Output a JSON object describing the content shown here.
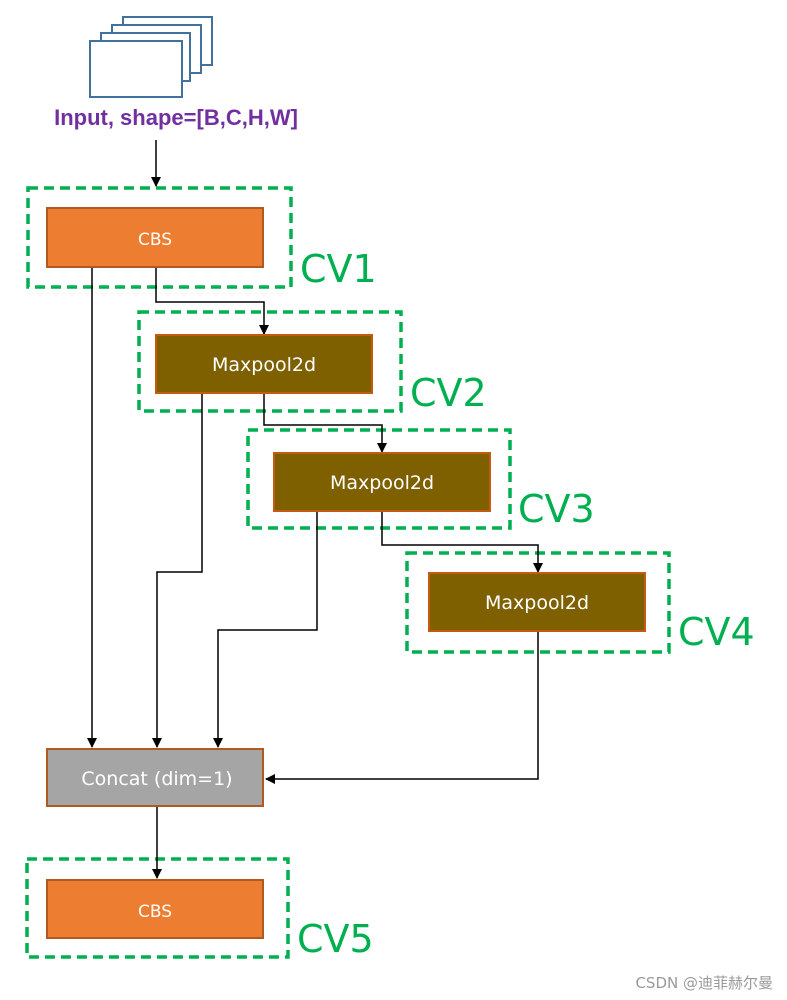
{
  "colors": {
    "cbs_fill": "#ED7D31",
    "cbs_stroke": "#AE5A21",
    "maxpool_fill": "#7F6000",
    "maxpool_stroke": "#C55A11",
    "concat_fill": "#A5A5A5",
    "concat_stroke": "#AE5A21",
    "group_border": "#00B050",
    "input_text": "#7030A0",
    "input_icon": "#41719C",
    "arrow": "#000000"
  },
  "input": {
    "label": "Input, shape=[B,C,H,W]"
  },
  "nodes": {
    "cbs1": "CBS",
    "maxpool1": "Maxpool2d",
    "maxpool2": "Maxpool2d",
    "maxpool3": "Maxpool2d",
    "concat": "Concat (dim=1)",
    "cbs2": "CBS"
  },
  "groups": {
    "cv1": "CV1",
    "cv2": "CV2",
    "cv3": "CV3",
    "cv4": "CV4",
    "cv5": "CV5"
  },
  "watermark": "CSDN @迪菲赫尔曼"
}
